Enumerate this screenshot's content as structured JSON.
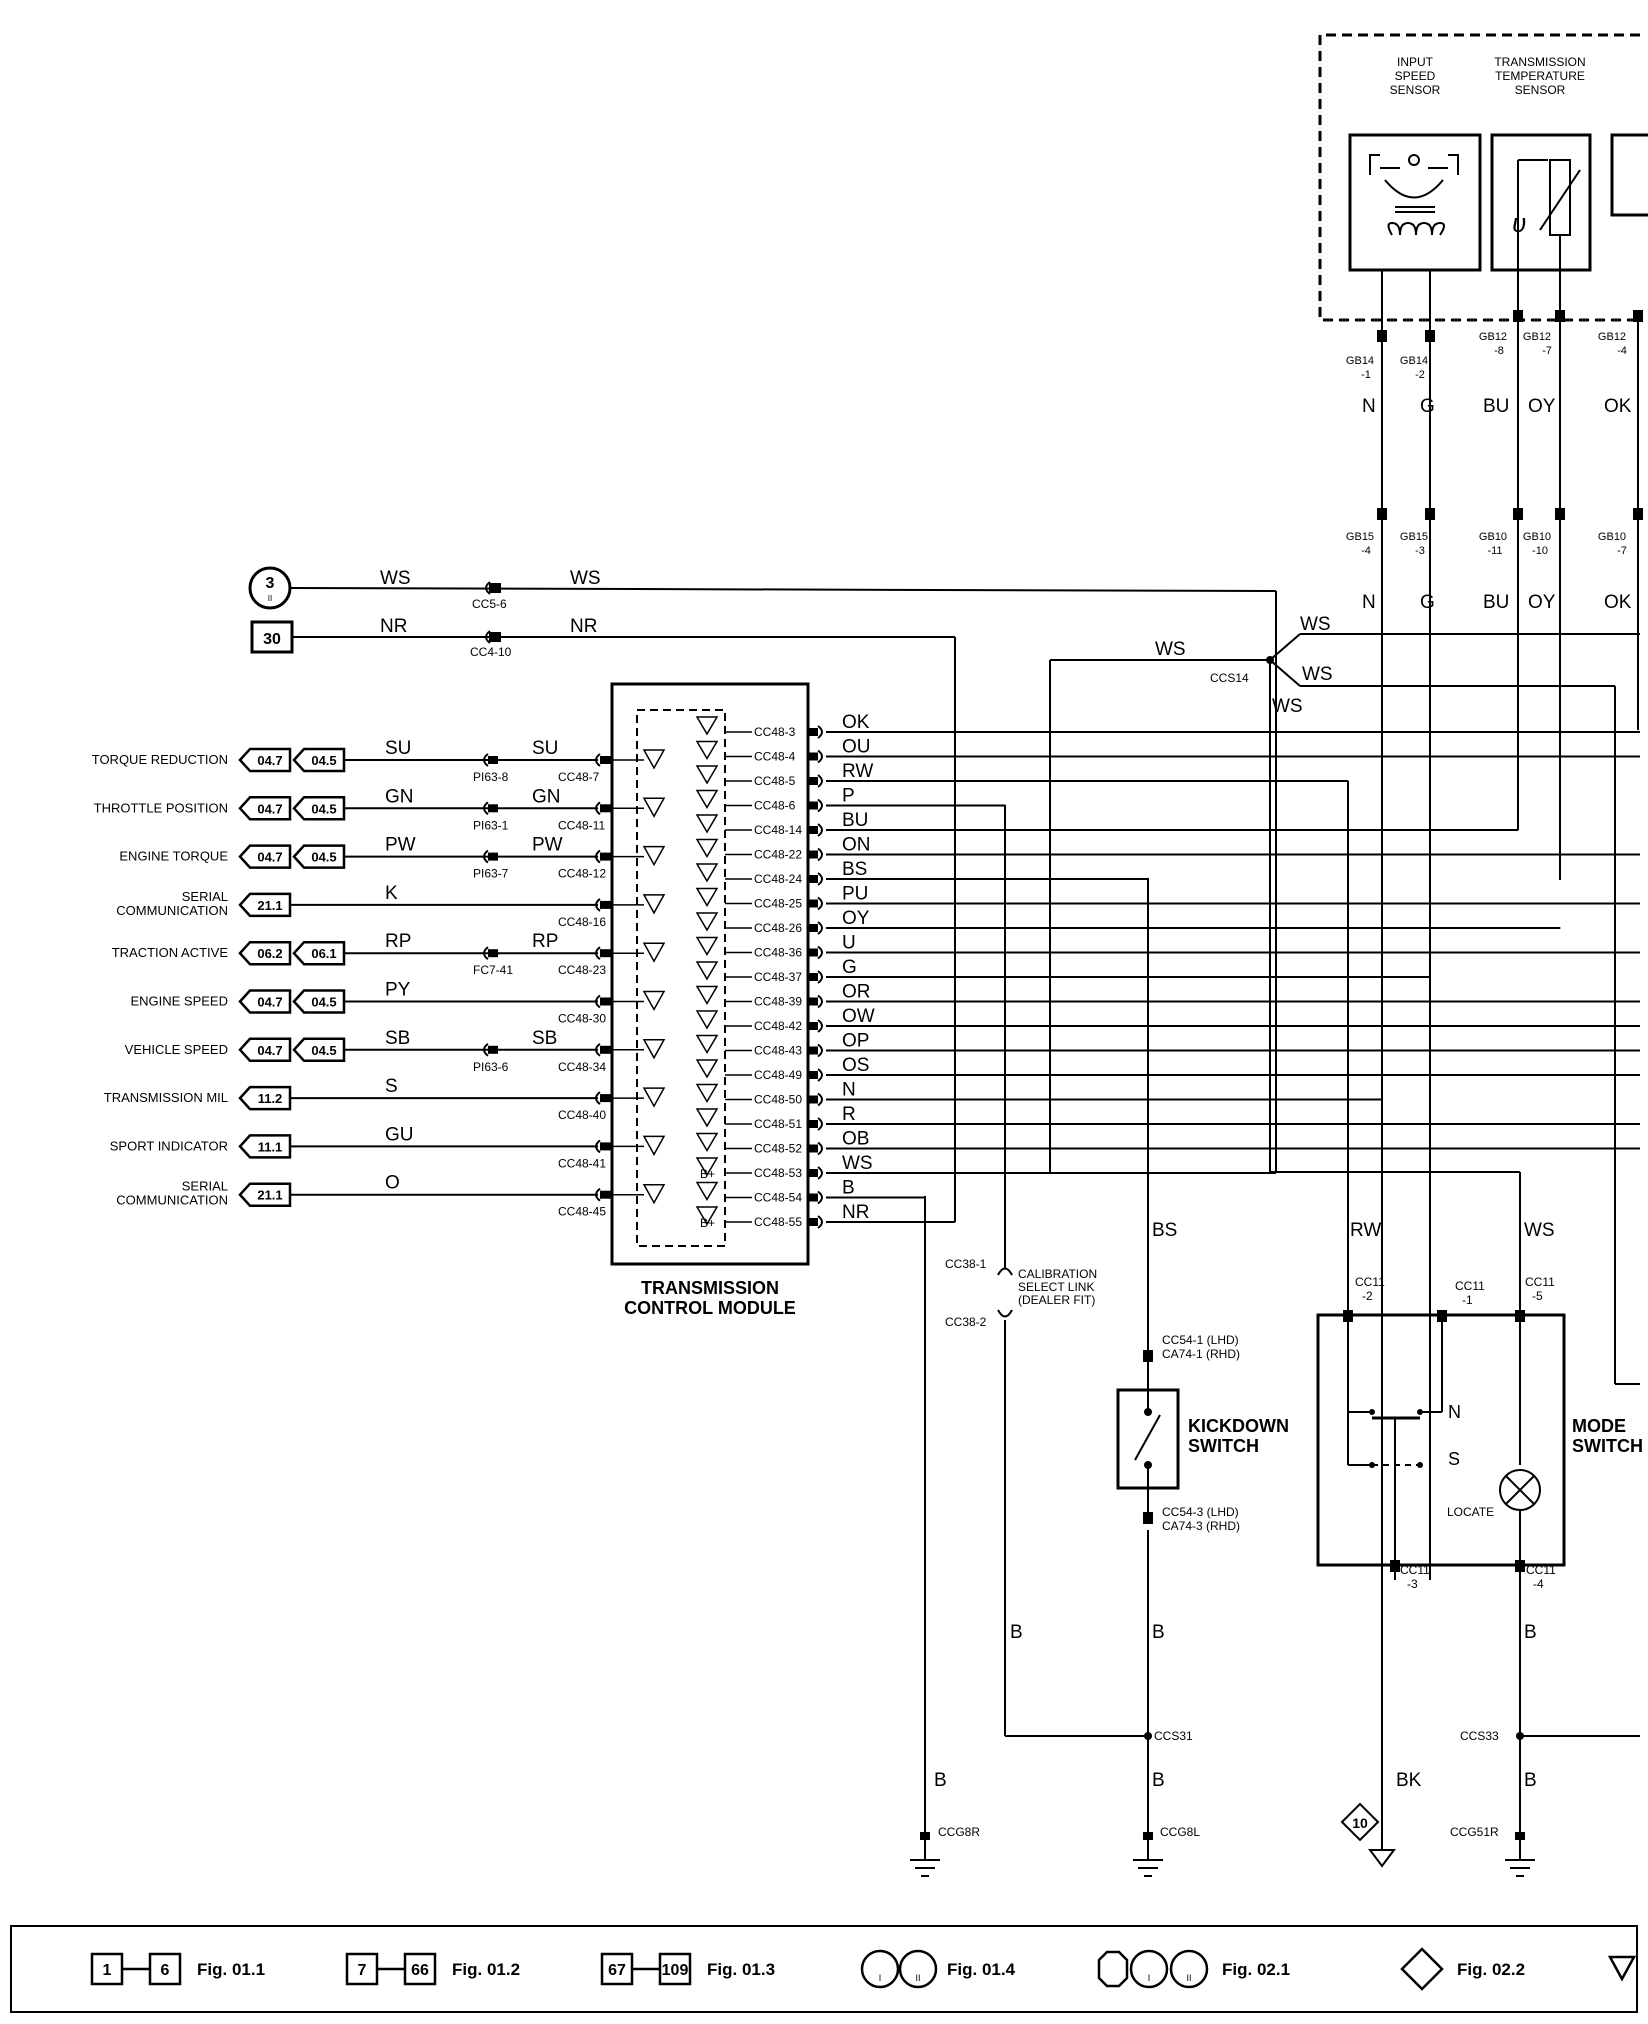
{
  "titles": {
    "tcm": [
      "TRANSMISSION",
      "CONTROL MODULE"
    ],
    "kickdown": [
      "KICKDOWN",
      "SWITCH"
    ],
    "mode": [
      "MODE",
      "SWITCH"
    ],
    "input_speed": [
      "INPUT",
      "SPEED",
      "SENSOR"
    ],
    "trans_temp": [
      "TRANSMISSION",
      "TEMPERATURE",
      "SENSOR"
    ],
    "calibration": [
      "CALIBRATION",
      "SELECT LINK",
      "(DEALER FIT)"
    ],
    "locate": "LOCATE",
    "n": "N",
    "s": "S"
  },
  "left_signals": [
    {
      "label": "TORQUE REDUCTION",
      "ref1": "04.7",
      "ref2": "04.5",
      "wire": "SU",
      "conn": "PI63-8",
      "wire2": "SU",
      "pin": "CC48-7"
    },
    {
      "label": "THROTTLE POSITION",
      "ref1": "04.7",
      "ref2": "04.5",
      "wire": "GN",
      "conn": "PI63-1",
      "wire2": "GN",
      "pin": "CC48-11"
    },
    {
      "label": "ENGINE TORQUE",
      "ref1": "04.7",
      "ref2": "04.5",
      "wire": "PW",
      "conn": "PI63-7",
      "wire2": "PW",
      "pin": "CC48-12"
    },
    {
      "label": "SERIAL|COMMUNICATION",
      "ref1": "21.1",
      "ref2": "",
      "wire": "K",
      "conn": "",
      "wire2": "",
      "pin": "CC48-16"
    },
    {
      "label": "TRACTION ACTIVE",
      "ref1": "06.2",
      "ref2": "06.1",
      "wire": "RP",
      "conn": "FC7-41",
      "wire2": "RP",
      "pin": "CC48-23"
    },
    {
      "label": "ENGINE SPEED",
      "ref1": "04.7",
      "ref2": "04.5",
      "wire": "PY",
      "conn": "",
      "wire2": "",
      "pin": "CC48-30"
    },
    {
      "label": "VEHICLE SPEED",
      "ref1": "04.7",
      "ref2": "04.5",
      "wire": "SB",
      "conn": "PI63-6",
      "wire2": "SB",
      "pin": "CC48-34"
    },
    {
      "label": "TRANSMISSION MIL",
      "ref1": "11.2",
      "ref2": "",
      "wire": "S",
      "conn": "",
      "wire2": "",
      "pin": "CC48-40"
    },
    {
      "label": "SPORT INDICATOR",
      "ref1": "11.1",
      "ref2": "",
      "wire": "GU",
      "conn": "",
      "wire2": "",
      "pin": "CC48-41"
    },
    {
      "label": "SERIAL|COMMUNICATION",
      "ref1": "21.1",
      "ref2": "",
      "wire": "O",
      "conn": "",
      "wire2": "",
      "pin": "CC48-45"
    }
  ],
  "right_pins": [
    {
      "pin": "CC48-3",
      "wire": "OK",
      "bplus": false
    },
    {
      "pin": "CC48-4",
      "wire": "OU",
      "bplus": false
    },
    {
      "pin": "CC48-5",
      "wire": "RW",
      "bplus": false
    },
    {
      "pin": "CC48-6",
      "wire": "P",
      "bplus": false
    },
    {
      "pin": "CC48-14",
      "wire": "BU",
      "bplus": false
    },
    {
      "pin": "CC48-22",
      "wire": "ON",
      "bplus": false
    },
    {
      "pin": "CC48-24",
      "wire": "BS",
      "bplus": false
    },
    {
      "pin": "CC48-25",
      "wire": "PU",
      "bplus": false
    },
    {
      "pin": "CC48-26",
      "wire": "OY",
      "bplus": false
    },
    {
      "pin": "CC48-36",
      "wire": "U",
      "bplus": false
    },
    {
      "pin": "CC48-37",
      "wire": "G",
      "bplus": false
    },
    {
      "pin": "CC48-39",
      "wire": "OR",
      "bplus": false
    },
    {
      "pin": "CC48-42",
      "wire": "OW",
      "bplus": false
    },
    {
      "pin": "CC48-43",
      "wire": "OP",
      "bplus": false
    },
    {
      "pin": "CC48-49",
      "wire": "OS",
      "bplus": false
    },
    {
      "pin": "CC48-50",
      "wire": "N",
      "bplus": false
    },
    {
      "pin": "CC48-51",
      "wire": "R",
      "bplus": false
    },
    {
      "pin": "CC48-52",
      "wire": "OB",
      "bplus": false
    },
    {
      "pin": "CC48-53",
      "wire": "WS",
      "bplus": true
    },
    {
      "pin": "CC48-54",
      "wire": "B",
      "bplus": false
    },
    {
      "pin": "CC48-55",
      "wire": "NR",
      "bplus": true
    }
  ],
  "bplus": "B+",
  "supply": {
    "ref3": "3",
    "ref3sub": "II",
    "ws1": "WS",
    "cc56": "CC5-6",
    "ws2": "WS",
    "ref30": "30",
    "nr1": "NR",
    "cc410": "CC4-10",
    "nr2": "NR"
  },
  "splice": {
    "ccs14": "CCS14",
    "ws_a": "WS",
    "ws_b": "WS",
    "ws_c": "WS",
    "ws_d": "WS"
  },
  "sensor_pins": {
    "gb14_1": [
      "GB14",
      "-1"
    ],
    "gb14_2": [
      "GB14",
      "-2"
    ],
    "gb12_8": [
      "GB12",
      "-8"
    ],
    "gb12_7": [
      "GB12",
      "-7"
    ],
    "gb12_4": [
      "GB12",
      "-4"
    ],
    "gb15_4": [
      "GB15",
      "-4"
    ],
    "gb15_3": [
      "GB15",
      "-3"
    ],
    "gb10_11": [
      "GB10",
      "-11"
    ],
    "gb10_10": [
      "GB10",
      "-10"
    ],
    "gb10_7": [
      "GB10",
      "-7"
    ]
  },
  "sensor_wires": {
    "n": "N",
    "g": "G",
    "bu": "BU",
    "oy": "OY",
    "ok": "OK"
  },
  "bottom": {
    "cc38_1": "CC38-1",
    "cc38_2": "CC38-2",
    "cc54_1": "CC54-1 (LHD)",
    "ca74_1": "CA74-1 (RHD)",
    "cc54_3": "CC54-3 (LHD)",
    "ca74_3": "CA74-3 (RHD)",
    "bs": "BS",
    "b": "B",
    "bk": "BK",
    "rw": "RW",
    "ws": "WS",
    "ccs31": "CCS31",
    "ccs33": "CCS33",
    "ccg8r": "CCG8R",
    "ccg8l": "CCG8L",
    "ccg51r": "CCG51R",
    "cc11_2": [
      "CC11",
      "-2"
    ],
    "cc11_1": [
      "CC11",
      "-1"
    ],
    "cc11_5": [
      "CC11",
      "-5"
    ],
    "cc11_3": [
      "CC11",
      "-3"
    ],
    "cc11_4": [
      "CC11",
      "-4"
    ],
    "ground10": "10"
  },
  "legend": {
    "b1": "1",
    "b6": "6",
    "fig011": "Fig. 01.1",
    "b7": "7",
    "b66": "66",
    "fig012": "Fig. 01.2",
    "b67": "67",
    "b109": "109",
    "fig013": "Fig. 01.3",
    "c_i": "I",
    "c_ii": "II",
    "fig014": "Fig. 01.4",
    "o_i": "I",
    "o_ii": "II",
    "fig021": "Fig. 02.1",
    "fig022": "Fig. 02.2"
  }
}
